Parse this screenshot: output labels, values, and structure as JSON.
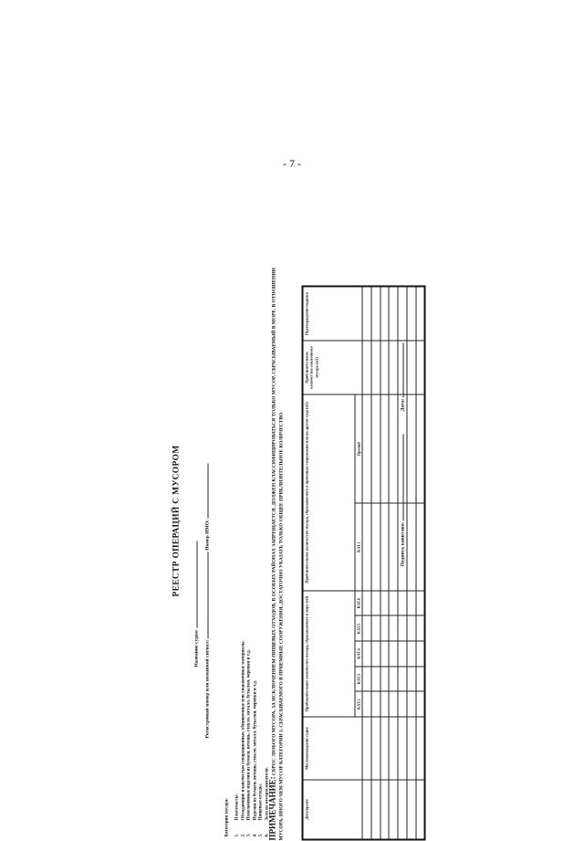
{
  "page_number": "- 7 -",
  "title": "РЕЕСТР  ОПЕРАЦИЙ С МУСОРОМ",
  "ship_name_label": "Название судна:",
  "registration_label": "Регистровый номер или позывной сигнал:",
  "imo_label": "Номер ИМО:",
  "categories_heading": "Категории мусора:",
  "categories": [
    {
      "num": "1.",
      "text": "Пластмассы."
    },
    {
      "num": "2.",
      "text": "Обладающие плавучестью сепарационные, обшивочные или упаковочные материалы."
    },
    {
      "num": "3.",
      "text": "Измельченные изделия из бумаги, ветошь, стекло, металл, бутылки, черепки и т.д."
    },
    {
      "num": "4.",
      "text": "Изделия из бумаги, ветошь, стекло, металл, бутылки, черепки и т.д."
    },
    {
      "num": "5.",
      "text": "Пищевые отходы."
    },
    {
      "num": "6.",
      "text": "Зола из мусоросжигателя."
    }
  ],
  "note_lead": "ПРИМЕЧАНИЕ:",
  "note_text": "СБРОС ЛЮБОГО МУСОРА, ЗА ИСКЛЮЧЕНИЕМ ПИЩЕВЫХ ОТХОДОВ, В ОСОБЫХ РАЙОНАХ ЗАПРЕЩАЕТСЯ. ДОЛЖЕН КЛАССИФИЦИРОВАТЬСЯ ТОЛЬКО МУСОР, СБРАСЫВАЕМЫЙ В МОРЕ. В ОТНОШЕНИИ МУСОРА, ИНОГО ЧЕМ МУСОР КАТЕГОРИИ 1, СБРАСЫВАЕМОГО В ПРИЕМНЫЕ СООРУЖЕНИЯ, ДОСТАТОЧНО УКАЗАТЬ ТОЛЬКО ОБЩЕЕ ПРИБЛИЗИТЕЛЬНОЕ КОЛИЧЕСТВО.",
  "table": {
    "col_date": "Дата/время",
    "col_position": "Местонахождение судна",
    "col_sea": "Приблизительное количество мусора, сбрасываемого в море (м3)",
    "sea_subcols": [
      "КАТ.2",
      "КАТ.3",
      "КАТ.4",
      "КАТ.5",
      "КАТ.6"
    ],
    "col_reception": "Приблизительное количество мусора, сбрасываемого в приемные сооружения или на другие суда (м3)",
    "reception_subcols": [
      "КАТ.1",
      "Прочий"
    ],
    "col_incinerated": "Приблизительное количество сожженного мусора (м3)",
    "col_certification": "Подтверждение/подпись"
  },
  "signature_label": "Подпись капитана:",
  "date_label": "Дата:"
}
